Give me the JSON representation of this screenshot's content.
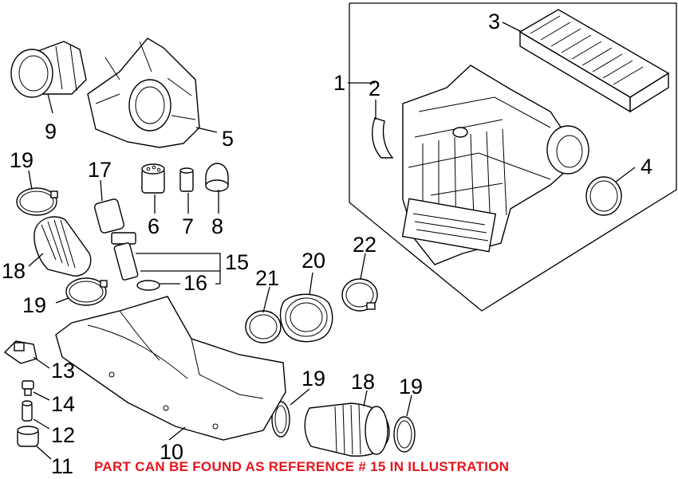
{
  "callouts": {
    "c1": "1",
    "c2": "2",
    "c3": "3",
    "c4": "4",
    "c5": "5",
    "c6": "6",
    "c7": "7",
    "c8": "8",
    "c9": "9",
    "c10": "10",
    "c11": "11",
    "c12": "12",
    "c13": "13",
    "c14": "14",
    "c15": "15",
    "c16": "16",
    "c17": "17",
    "c18a": "18",
    "c18b": "18",
    "c19a": "19",
    "c19b": "19",
    "c19c": "19",
    "c19d": "19",
    "c20": "20",
    "c21": "21",
    "c22": "22"
  },
  "note": {
    "text": "PART CAN BE FOUND AS REFERENCE # 15 IN ILLUSTRATION",
    "color": "#e8141c"
  }
}
